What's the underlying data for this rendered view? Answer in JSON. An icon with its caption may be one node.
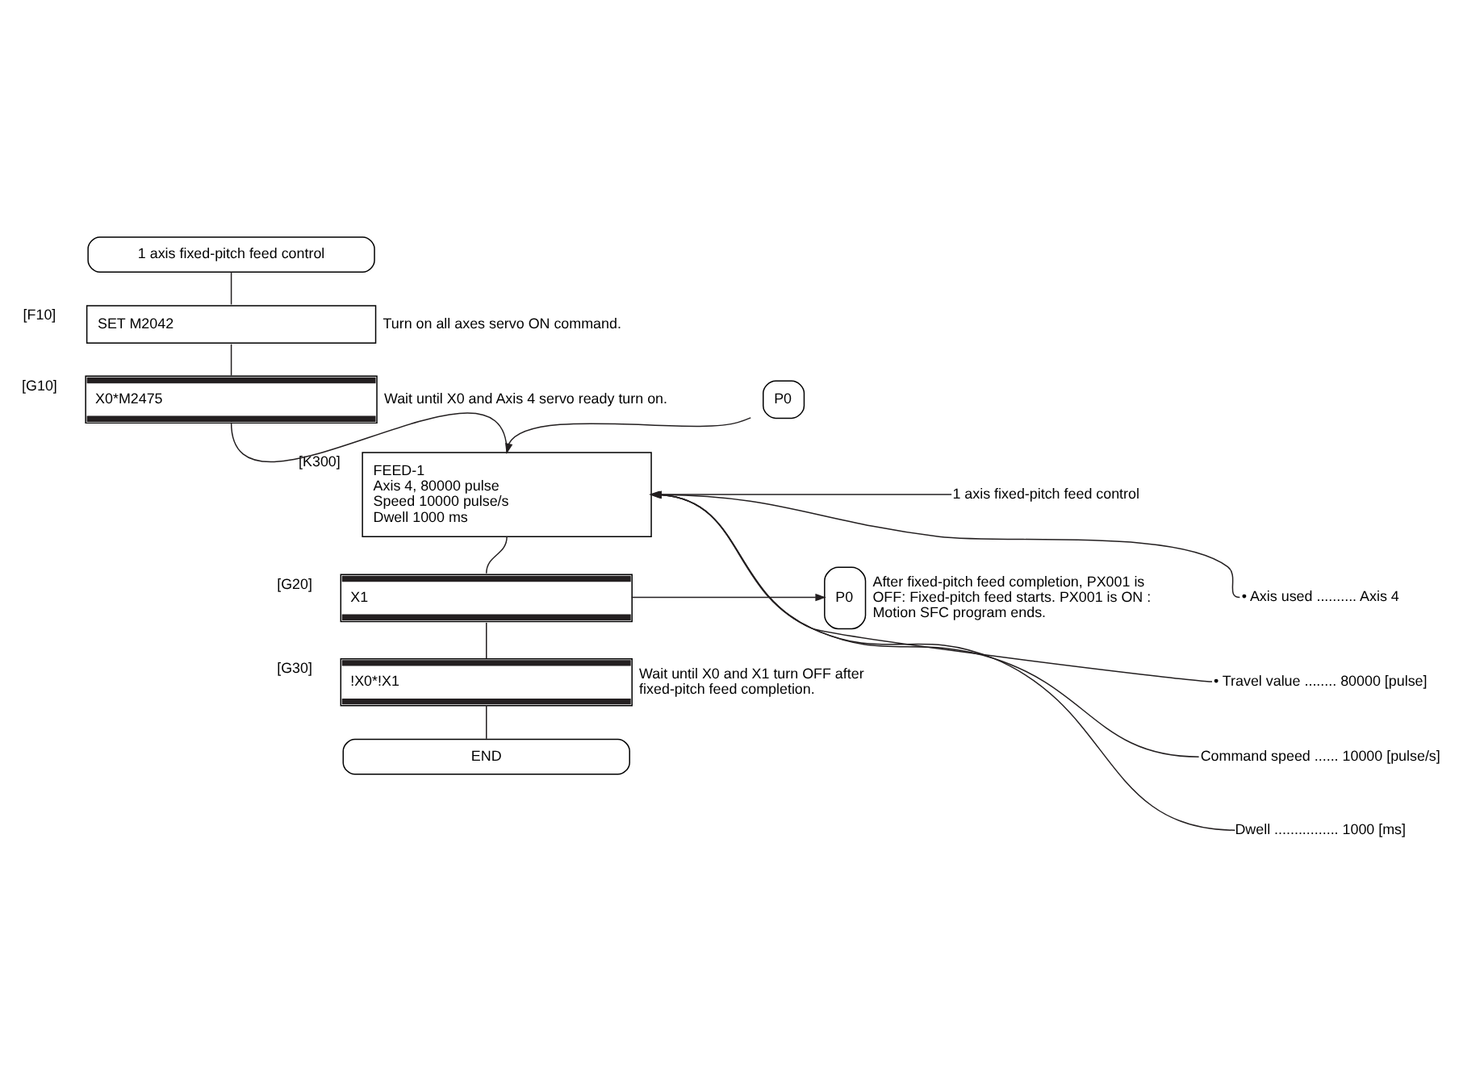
{
  "diagram": {
    "nodes": [
      {
        "text": [
          "1 axis fixed-pitch feed control"
        ]
      },
      {
        "text": [
          "SET M2042"
        ],
        "beside": [
          "[F10]",
          "Turn on all axes servo ON command."
        ]
      },
      {
        "text": [
          "X0*M2475"
        ],
        "beside": [
          "[G10]",
          "Wait until X0 and Axis 4 servo ready turn on."
        ]
      },
      {
        "text": [
          "P0"
        ]
      },
      {
        "text": [
          "FEED-1",
          "Axis 4, 80000 pulse",
          "Speed 10000 pulse/s",
          "Dwell 1000 ms"
        ],
        "beside": [
          "[K300]"
        ]
      },
      {
        "text": [
          "1 axis fixed-pitch feed control"
        ]
      },
      {
        "text": [
          "• Axis used .......... Axis 4"
        ]
      },
      {
        "text": [
          "• Travel value ........ 80000 [pulse]"
        ]
      },
      {
        "text": [
          "Command speed ...... 10000 [pulse/s]"
        ]
      },
      {
        "text": [
          "Dwell ................ 1000 [ms]"
        ]
      },
      {
        "text": [
          "X1"
        ],
        "beside": [
          "[G20]"
        ]
      },
      {
        "text": [
          "P0"
        ],
        "beside": [
          "After fixed-pitch feed completion, PX001 is OFF: Fixed-pitch feed starts. PX001 is ON : Motion SFC program ends."
        ]
      },
      {
        "text": [
          "!X0*!X1"
        ],
        "beside": [
          "[G30]",
          "Wait until X0 and X1 turn OFF after fixed-pitch feed completion."
        ]
      },
      {
        "text": [
          "END"
        ]
      }
    ],
    "edges": [
      {
        "from": 0,
        "to": 1,
        "arrow": "none"
      },
      {
        "from": 1,
        "to": 2,
        "arrow": "none"
      },
      {
        "from": 2,
        "to": 4,
        "arrow": "none"
      },
      {
        "from": 3,
        "to": 4,
        "arrow": "to"
      },
      {
        "from": 5,
        "to": 4,
        "arrow": "to"
      },
      {
        "from": 6,
        "to": 4,
        "arrow": "to"
      },
      {
        "from": 7,
        "to": 4,
        "arrow": "to"
      },
      {
        "from": 8,
        "to": 4,
        "arrow": "to"
      },
      {
        "from": 9,
        "to": 4,
        "arrow": "to"
      },
      {
        "from": 4,
        "to": 10,
        "arrow": "none"
      },
      {
        "from": 10,
        "to": 11,
        "arrow": "to"
      },
      {
        "from": 10,
        "to": 12,
        "arrow": "none"
      },
      {
        "from": 12,
        "to": 13,
        "arrow": "none"
      }
    ]
  }
}
